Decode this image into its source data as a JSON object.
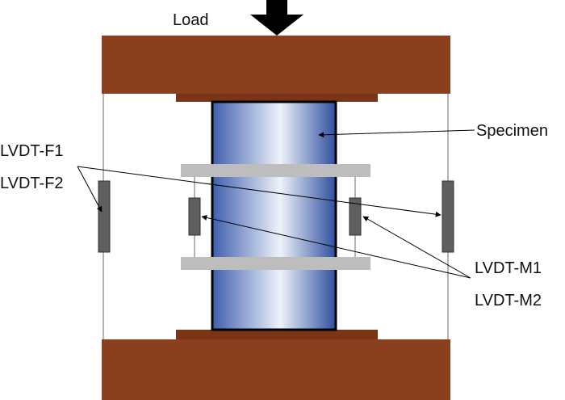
{
  "labels": {
    "load": "Load",
    "specimen": "Specimen",
    "lvdt_f1": "LVDT-F1",
    "lvdt_f2": "LVDT-F2",
    "lvdt_m1": "LVDT-M1",
    "lvdt_m2": "LVDT-M2"
  },
  "colors": {
    "platen": "#8a3f1e",
    "platen_dark": "#6e2f12",
    "specimen_light": "#e9eef8",
    "specimen_dark": "#3b5bae",
    "clamp_ring": "#bdbdbd",
    "lvdt": "#5f5f5f",
    "arrow": "#000000"
  },
  "icons": {
    "load_arrow": "down-arrow-icon"
  }
}
